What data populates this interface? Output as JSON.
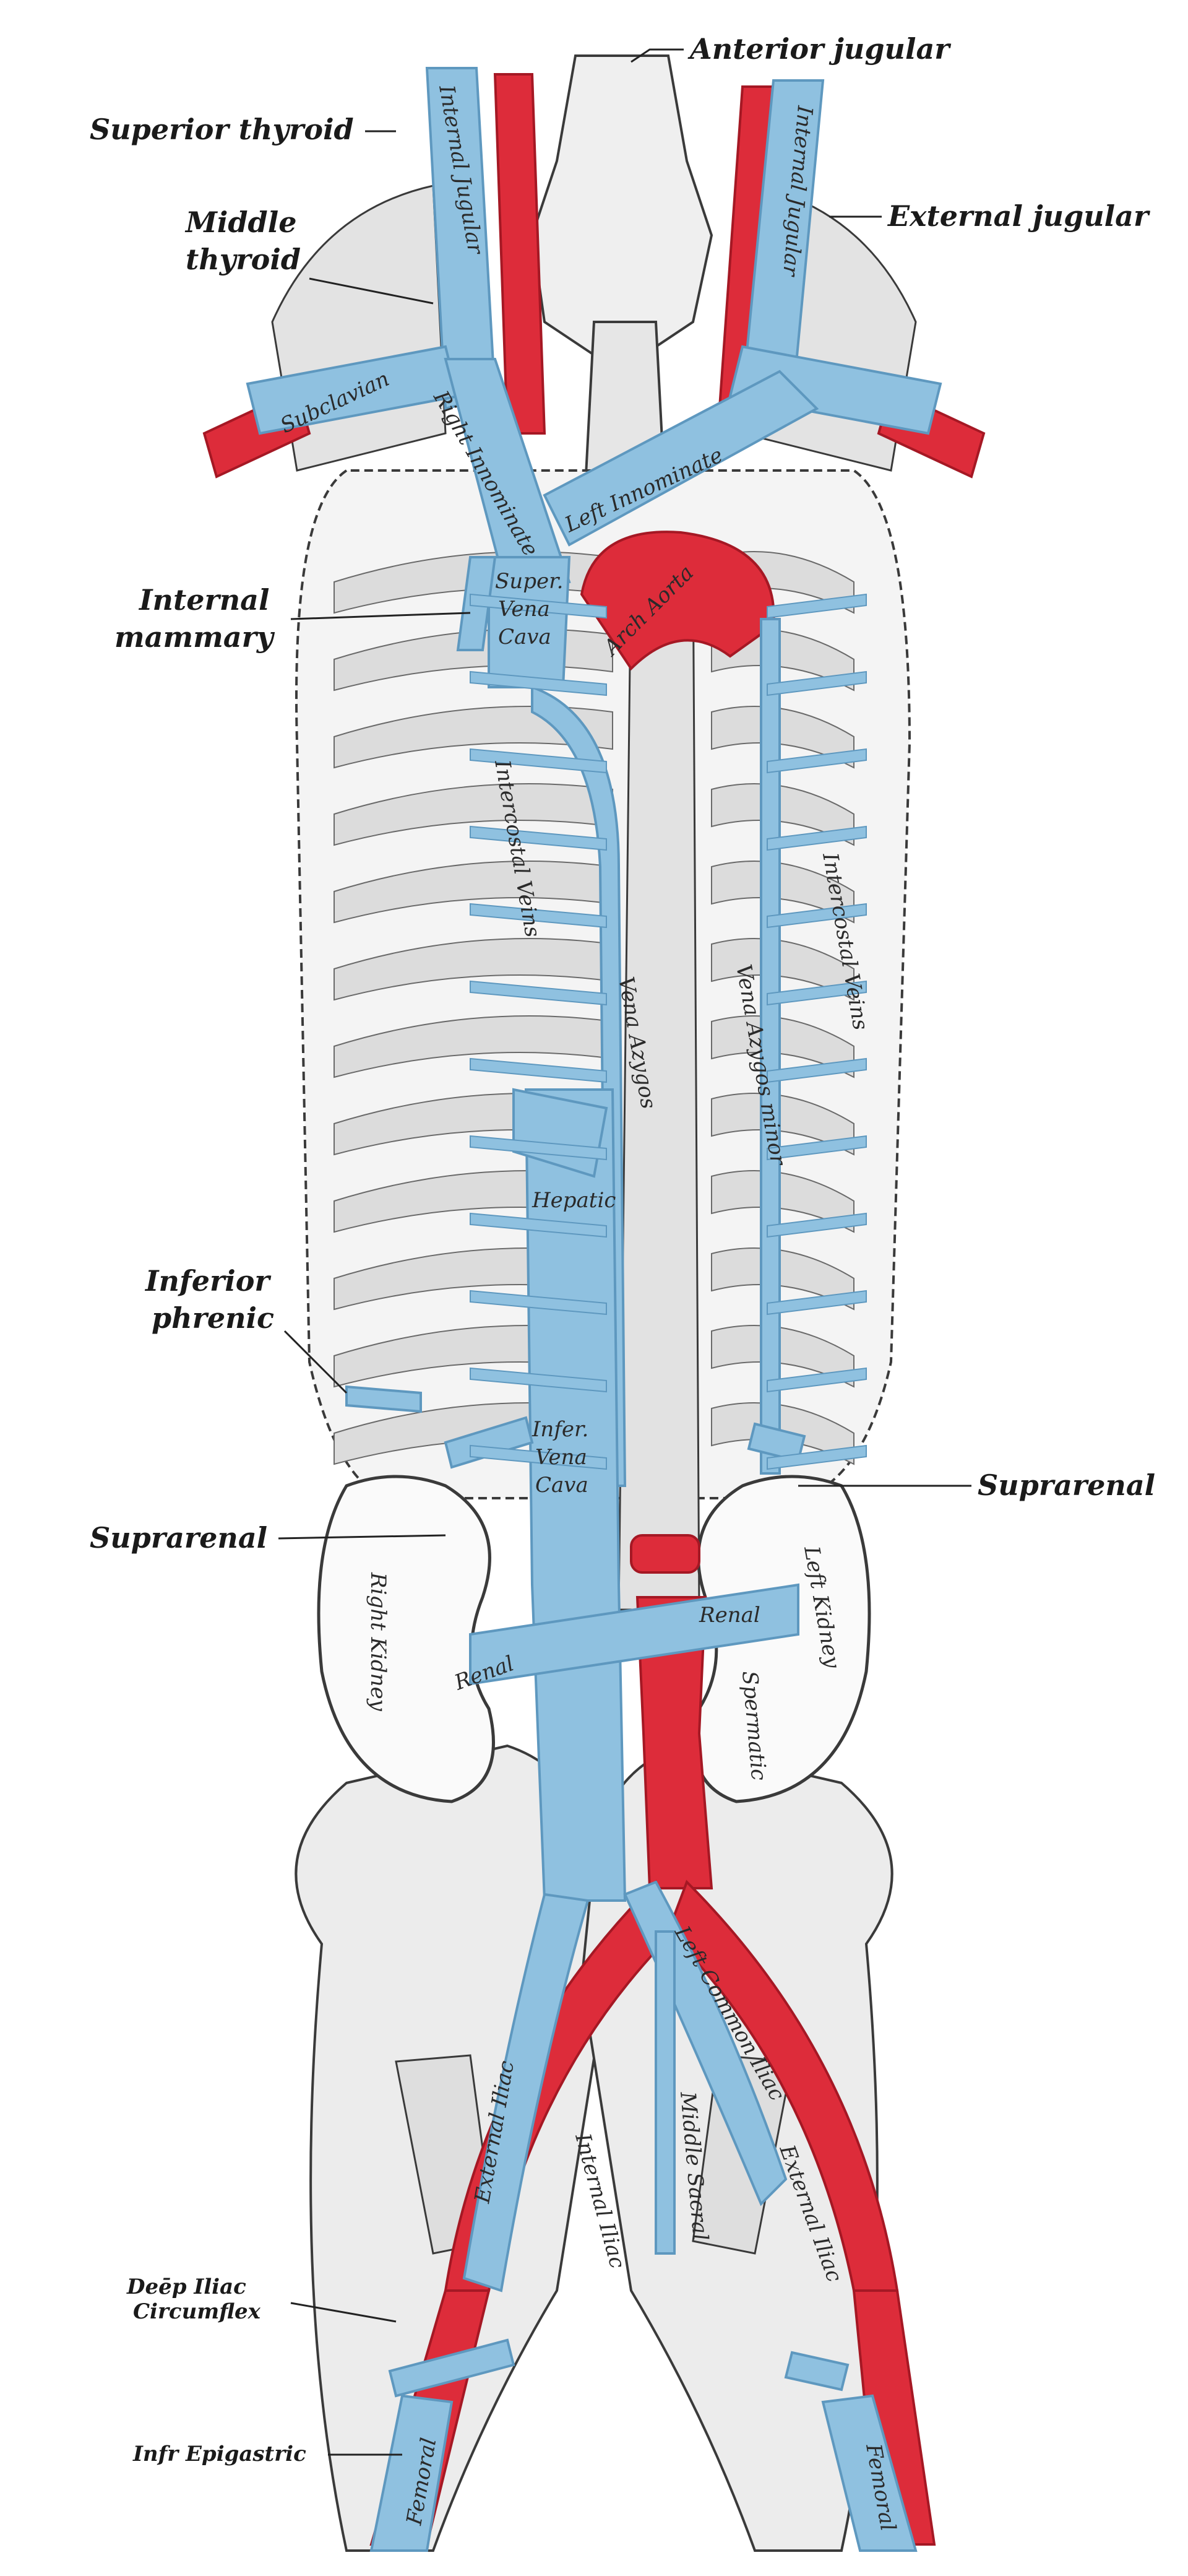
{
  "colors": {
    "vein": "#8fc1e0",
    "vein_dark": "#5e98bf",
    "artery": "#dd2c3a",
    "artery_dark": "#a51824",
    "bone": "#efefef",
    "muscle": "#d8d8d8",
    "outline": "#3a3a3a",
    "kidney": "#fafafa"
  },
  "labels": {
    "anterior_jugular": "Anterior jugular",
    "superior_thyroid": "Superior thyroid",
    "middle_thyroid_1": "Middle",
    "middle_thyroid_2": "thyroid",
    "external_jugular": "External jugular",
    "internal_mammary_1": "Internal",
    "internal_mammary_2": "mammary",
    "inferior_phrenic_1": "Inferior",
    "inferior_phrenic_2": "phrenic",
    "suprarenal_right": "Suprarenal",
    "suprarenal_left": "Suprarenal",
    "deep_iliac_circumflex_1": "Deēp Iliac",
    "deep_iliac_circumflex_2": "Circumflex",
    "inf_epigastric": "Infr Epigastric"
  },
  "inner_labels": {
    "right_innominate": "Right Innominate",
    "left_innominate": "Left Innominate",
    "superior_vena_cava_1": "Super.",
    "superior_vena_cava_2": "Vena",
    "superior_vena_cava_3": "Cava",
    "arch_aorta": "Arch Aorta",
    "intercostal_veins_right": "Intercostal Veins",
    "intercostal_veins_left": "Intercostal Veins",
    "vena_azygos": "Vena Azygos",
    "vena_azygos_minor": "Vena Azygos minor",
    "hepatic": "Hepatic",
    "inferior_vena_cava_1": "Infer.",
    "inferior_vena_cava_2": "Vena",
    "inferior_vena_cava_3": "Cava",
    "renal_center": "Renal",
    "renal_right": "Renal",
    "right_kidney": "Right Kidney",
    "left_kidney": "Left Kidney",
    "left_common_iliac": "Left Common Iliac",
    "middle_sacral": "Middle Sacral",
    "external_iliac_right": "External Iliac",
    "external_iliac_left": "External Iliac",
    "internal_iliac": "Internal Iliac",
    "femoral_right": "Femoral",
    "femoral_left": "Femoral",
    "subclavian_right": "Subclavian",
    "internal_jugular_right": "Internal Jugular",
    "internal_jugular_left": "Internal Jugular",
    "spermatic": "Spermatic"
  }
}
